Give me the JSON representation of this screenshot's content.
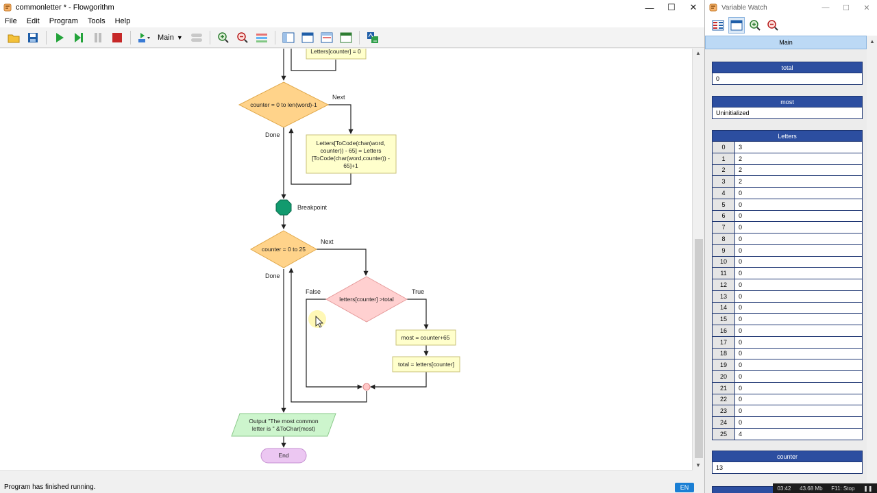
{
  "window": {
    "title": "commonletter * - Flowgorithm",
    "controls": {
      "minimize": "—",
      "maximize": "☐",
      "close": "✕"
    }
  },
  "menu": [
    "File",
    "Edit",
    "Program",
    "Tools",
    "Help"
  ],
  "toolbar": {
    "function_select": "Main",
    "icons": [
      "open-icon",
      "save-icon",
      "run-icon",
      "step-icon",
      "pause-icon",
      "stop-icon",
      "step-into-icon",
      "function-select",
      "zoom-in-icon",
      "zoom-out-icon",
      "layout-icon",
      "layout-1-icon",
      "layout-2-icon",
      "layout-3-icon",
      "layout-4-icon",
      "translate-icon"
    ]
  },
  "flowchart": {
    "top_assign": "Letters[counter] = 0",
    "loop1": {
      "cond": "counter = 0 to len(word)-1",
      "next": "Next",
      "done": "Done"
    },
    "loop1_body": [
      "Letters[ToCode(char(word,",
      "counter)) - 65] = Letters",
      "[ToCode(char(word,counter)) -",
      "65]+1"
    ],
    "breakpoint": "Breakpoint",
    "loop2": {
      "cond": "counter = 0 to 25",
      "next": "Next",
      "done": "Done"
    },
    "if": {
      "cond": "letters[counter] >total",
      "true": "True",
      "false": "False"
    },
    "assign_most": "most = counter+65",
    "assign_total": "total = letters[counter]",
    "output": [
      "Output \"The most common",
      "letter is \" &ToChar(most)"
    ],
    "end": "End"
  },
  "status": {
    "message": "Program has finished running.",
    "lang": "EN"
  },
  "watch": {
    "title": "Variable Watch",
    "tab": "Main",
    "total": {
      "name": "total",
      "value": "0"
    },
    "most": {
      "name": "most",
      "value": "Uninitialized"
    },
    "letters": {
      "name": "Letters",
      "rows": [
        [
          "0",
          "3"
        ],
        [
          "1",
          "2"
        ],
        [
          "2",
          "2"
        ],
        [
          "3",
          "2"
        ],
        [
          "4",
          "0"
        ],
        [
          "5",
          "0"
        ],
        [
          "6",
          "0"
        ],
        [
          "7",
          "0"
        ],
        [
          "8",
          "0"
        ],
        [
          "9",
          "0"
        ],
        [
          "10",
          "0"
        ],
        [
          "11",
          "0"
        ],
        [
          "12",
          "0"
        ],
        [
          "13",
          "0"
        ],
        [
          "14",
          "0"
        ],
        [
          "15",
          "0"
        ],
        [
          "16",
          "0"
        ],
        [
          "17",
          "0"
        ],
        [
          "18",
          "0"
        ],
        [
          "19",
          "0"
        ],
        [
          "20",
          "0"
        ],
        [
          "21",
          "0"
        ],
        [
          "22",
          "0"
        ],
        [
          "23",
          "0"
        ],
        [
          "24",
          "0"
        ],
        [
          "25",
          "4"
        ]
      ]
    },
    "counter": {
      "name": "counter",
      "value": "13"
    }
  },
  "taskbar": {
    "time": "03:42",
    "memory": "43.68 Mb",
    "hint": "F11: Stop"
  }
}
